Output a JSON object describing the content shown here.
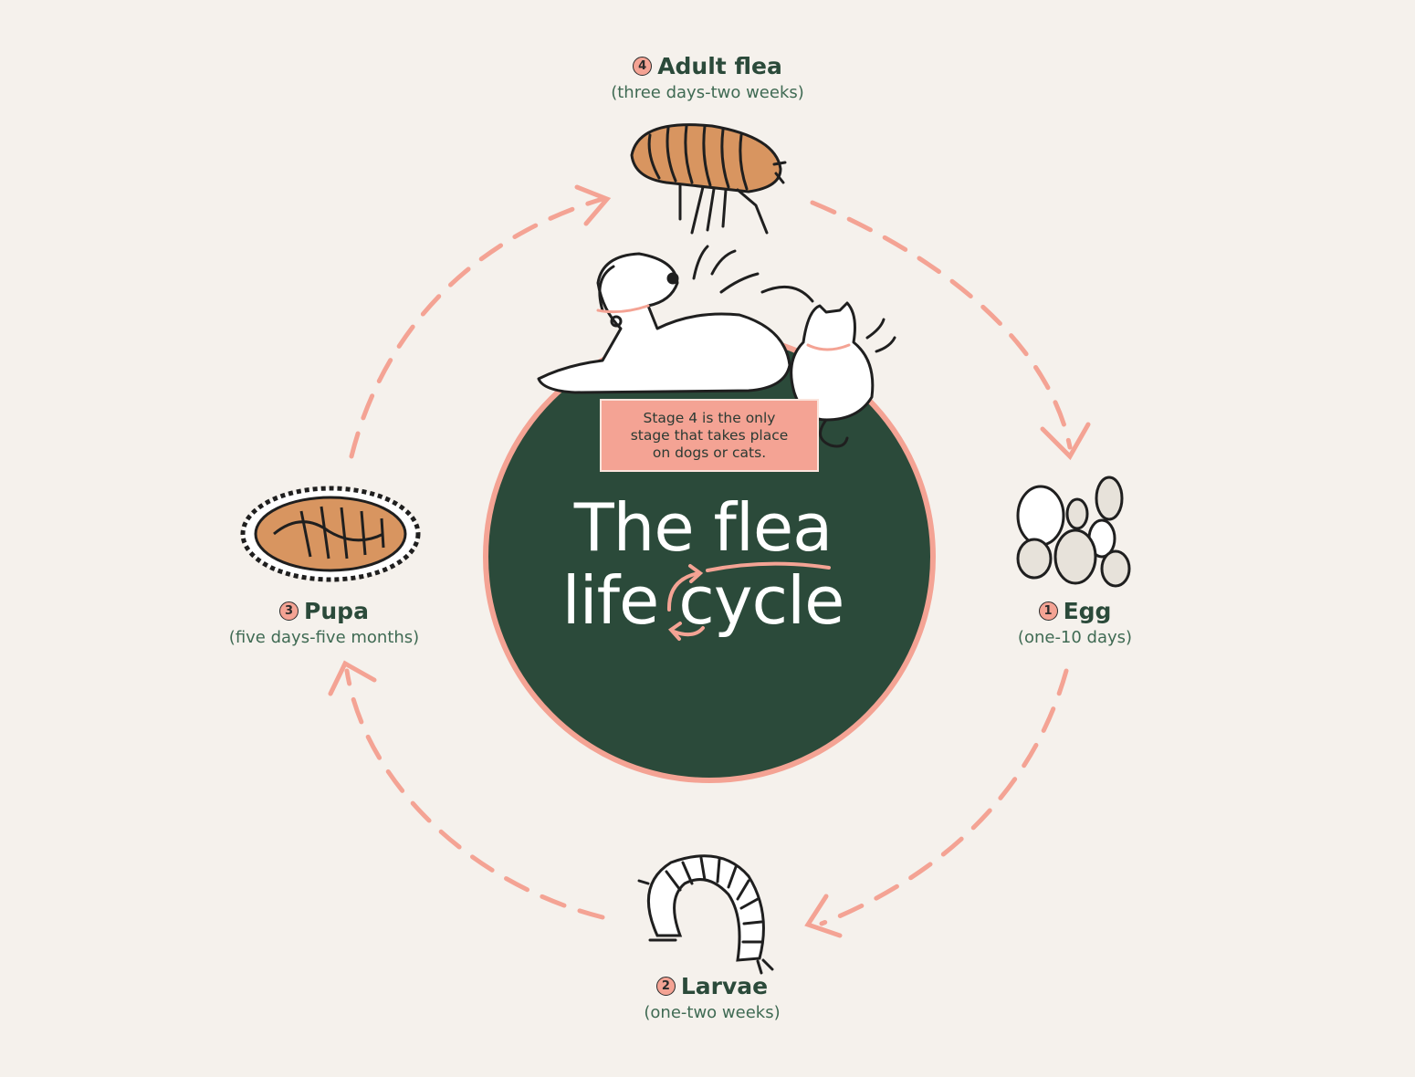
{
  "title": {
    "line1_a": "The",
    "line1_b": "flea",
    "line2_a": "life",
    "line2_b": "cycle"
  },
  "note": {
    "line1": "Stage 4 is the only",
    "line2": "stage that takes place",
    "line3": "on dogs or cats."
  },
  "stages": [
    {
      "number": "1",
      "name": "Egg",
      "duration": "(one-10 days)"
    },
    {
      "number": "2",
      "name": "Larvae",
      "duration": "(one-two weeks)"
    },
    {
      "number": "3",
      "name": "Pupa",
      "duration": "(five days-five months)"
    },
    {
      "number": "4",
      "name": "Adult flea",
      "duration": "(three days-two weeks)"
    }
  ],
  "colors": {
    "background": "#f5f1ec",
    "circle": "#2b4a3a",
    "accent": "#f4a394",
    "flea": "#d89560",
    "text_dark": "#2b4a3a",
    "text_green": "#3f6a53"
  },
  "icons": [
    "adult-flea-icon",
    "egg-cluster-icon",
    "larvae-icon",
    "pupa-icon",
    "dog-icon",
    "cat-icon",
    "cycle-arrows-icon"
  ]
}
